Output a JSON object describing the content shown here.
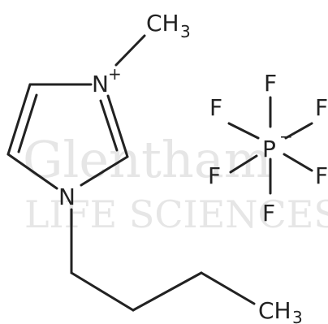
{
  "watermark": {
    "line1": "Glentham",
    "line2": "LIFE SCIENCES"
  },
  "cation": {
    "methyl_group": {
      "label": "CH",
      "subscript": "3"
    },
    "nitrogen_3": {
      "label": "N",
      "charge": "+"
    },
    "nitrogen_1": {
      "label": "N"
    },
    "butyl_terminal": {
      "label": "CH",
      "subscript": "3"
    }
  },
  "anion": {
    "center": {
      "label": "P",
      "charge": "−"
    },
    "ligands": [
      "F",
      "F",
      "F",
      "F",
      "F",
      "F"
    ]
  },
  "colors": {
    "ink": "#222222",
    "watermark": "#e6e6e6",
    "background": "#ffffff"
  }
}
